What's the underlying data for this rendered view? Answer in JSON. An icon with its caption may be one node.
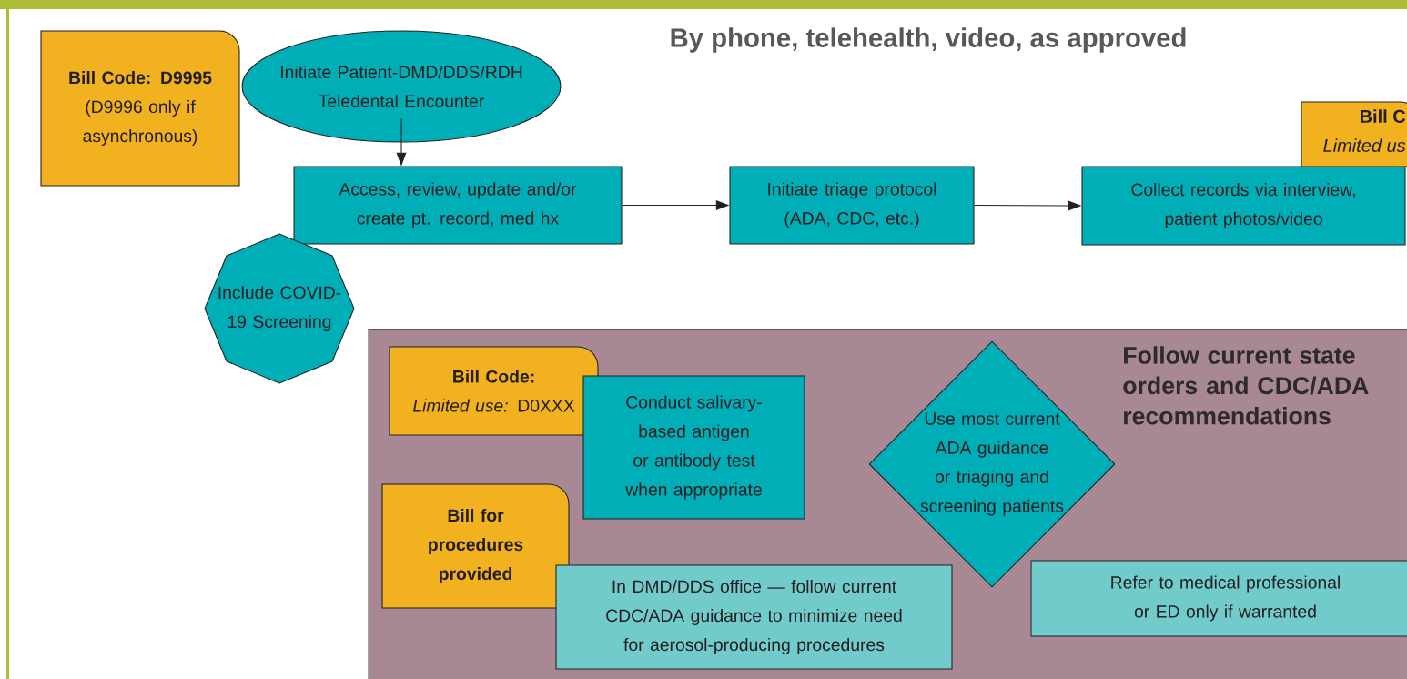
{
  "diagram": {
    "title": "By phone, telehealth, video, as approved",
    "nodes": [
      {
        "text": [
          "Bill Code: D9995",
          "(D9996 only if asynchronous)"
        ]
      },
      {
        "text": [
          "Initiate Patient-DMD/DDS/RDH Teledental Encounter"
        ]
      },
      {
        "text": [
          "Access, review, update and/or create pt. record, med hx"
        ]
      },
      {
        "text": [
          "Include COVID-19 Screening"
        ]
      },
      {
        "text": [
          "Initiate triage protocol (ADA, CDC, etc.)"
        ]
      },
      {
        "text": [
          "Collect records via interview, patient photos/video"
        ]
      },
      {
        "text": [
          "Bill C",
          "Limited us"
        ]
      },
      {
        "text": [
          "Follow current state orders and CDC/ADA recommendations"
        ]
      },
      {
        "text": [
          "Bill Code:",
          "*Limited use:* D0XXX"
        ],
        "in": 7
      },
      {
        "text": [
          "Conduct salivary-based antigen or antibody test when appropriate"
        ],
        "in": 7
      },
      {
        "text": [
          "Use most current ADA guidance or triaging and screening patients"
        ],
        "in": 7
      },
      {
        "text": [
          "Bill for procedures provided"
        ],
        "in": 7
      },
      {
        "text": [
          "In DMD/DDS office — follow current CDC/ADA guidance to minimize need for aerosol-producing procedures"
        ],
        "in": 7
      },
      {
        "text": [
          "Refer to medical professional or ED only if warranted"
        ],
        "in": 7
      }
    ],
    "edges": [
      {
        "from": 1,
        "to": 2,
        "arrow": "to"
      },
      {
        "from": 2,
        "to": 4,
        "arrow": "to"
      },
      {
        "from": 4,
        "to": 5,
        "arrow": "to"
      }
    ]
  }
}
